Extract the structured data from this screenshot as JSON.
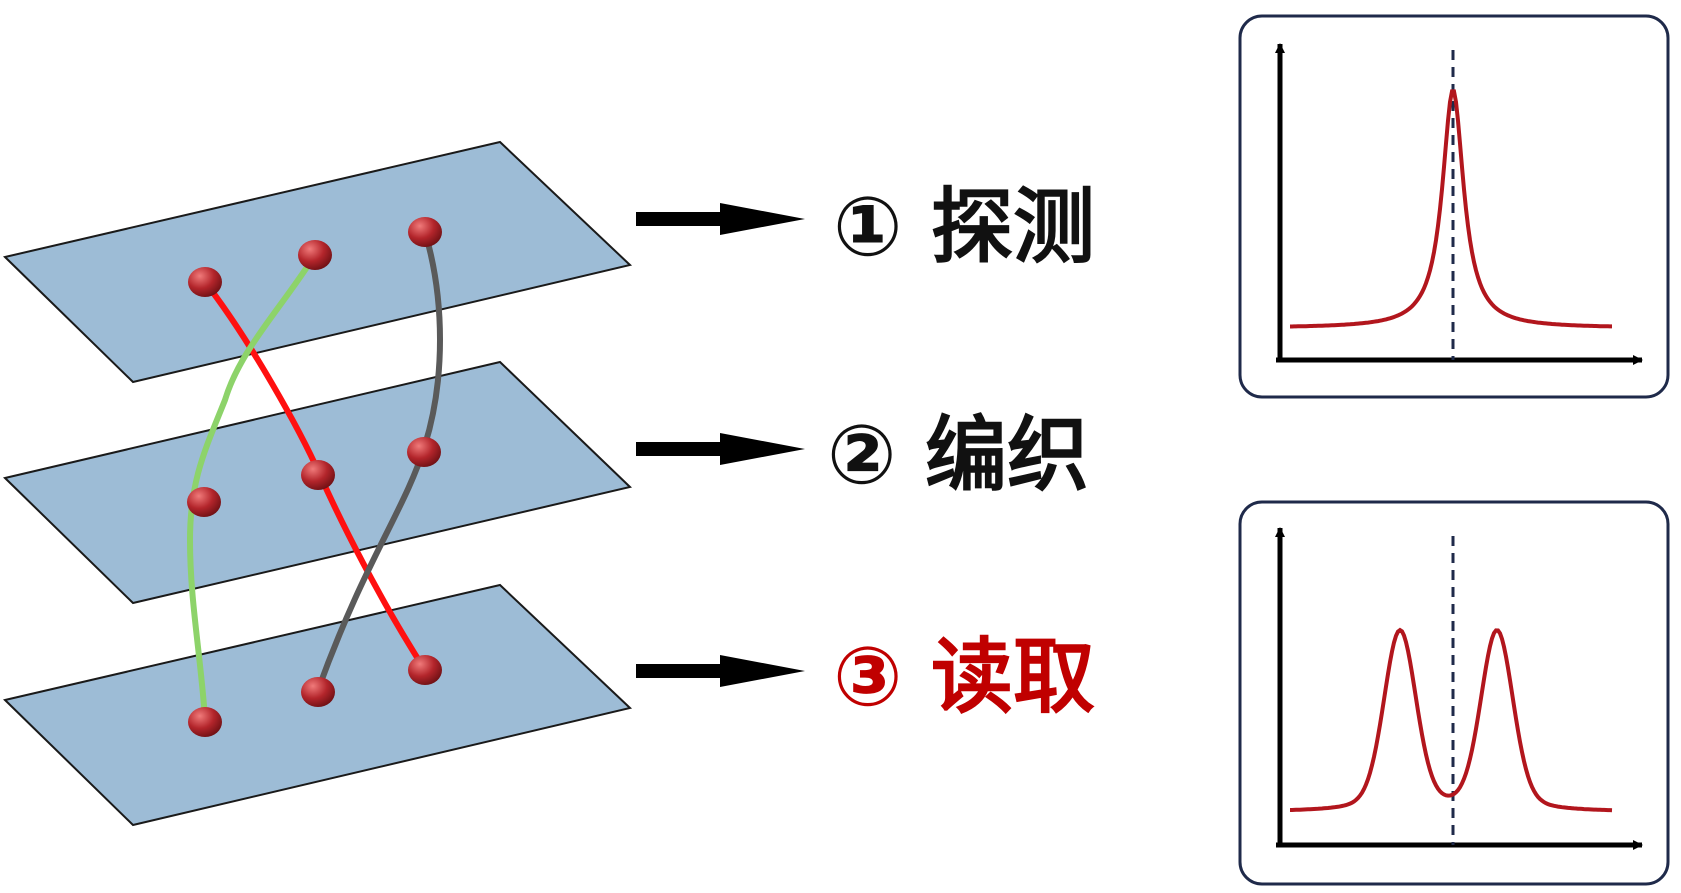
{
  "steps": [
    {
      "label": "① 探测",
      "color": "#111111"
    },
    {
      "label": "② 编织",
      "color": "#111111"
    },
    {
      "label": "③ 读取",
      "color": "#c00000"
    }
  ],
  "colors": {
    "plane_fill": "#9dbcd6",
    "plane_stroke": "#1a1a1a",
    "node": "#b3252b",
    "strand_red": "#ff1010",
    "strand_green": "#8dd36a",
    "strand_gray": "#5a5a5a",
    "panel_border": "#1f2a4a",
    "curve": "#b2161d",
    "dashed_line": "#1f2a4a",
    "arrow": "#000000"
  },
  "icons": [
    "arrow-right-icon",
    "axis-arrow-icon"
  ],
  "spectra": [
    {
      "shape": "single-peak"
    },
    {
      "shape": "split-double-peak"
    }
  ]
}
